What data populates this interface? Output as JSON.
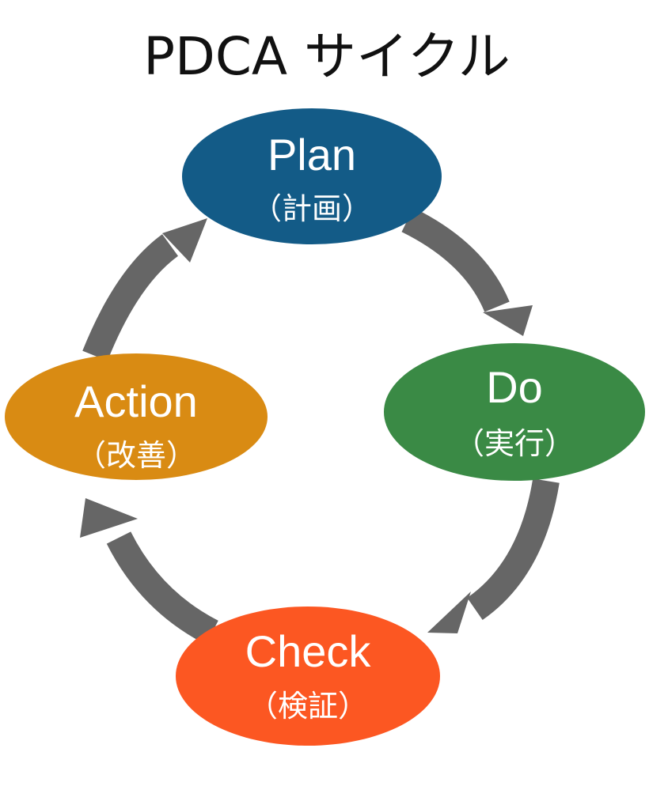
{
  "title": "PDCA サイクル",
  "arrow_color": "#666666",
  "nodes": [
    {
      "id": "plan",
      "name": "Plan",
      "sub": "（計画）",
      "color": "#135b87"
    },
    {
      "id": "do",
      "name": "Do",
      "sub": "（実行）",
      "color": "#3a8a45"
    },
    {
      "id": "check",
      "name": "Check",
      "sub": "（検証）",
      "color": "#fc5722"
    },
    {
      "id": "action",
      "name": "Action",
      "sub": "（改善）",
      "color": "#d98b13"
    }
  ]
}
